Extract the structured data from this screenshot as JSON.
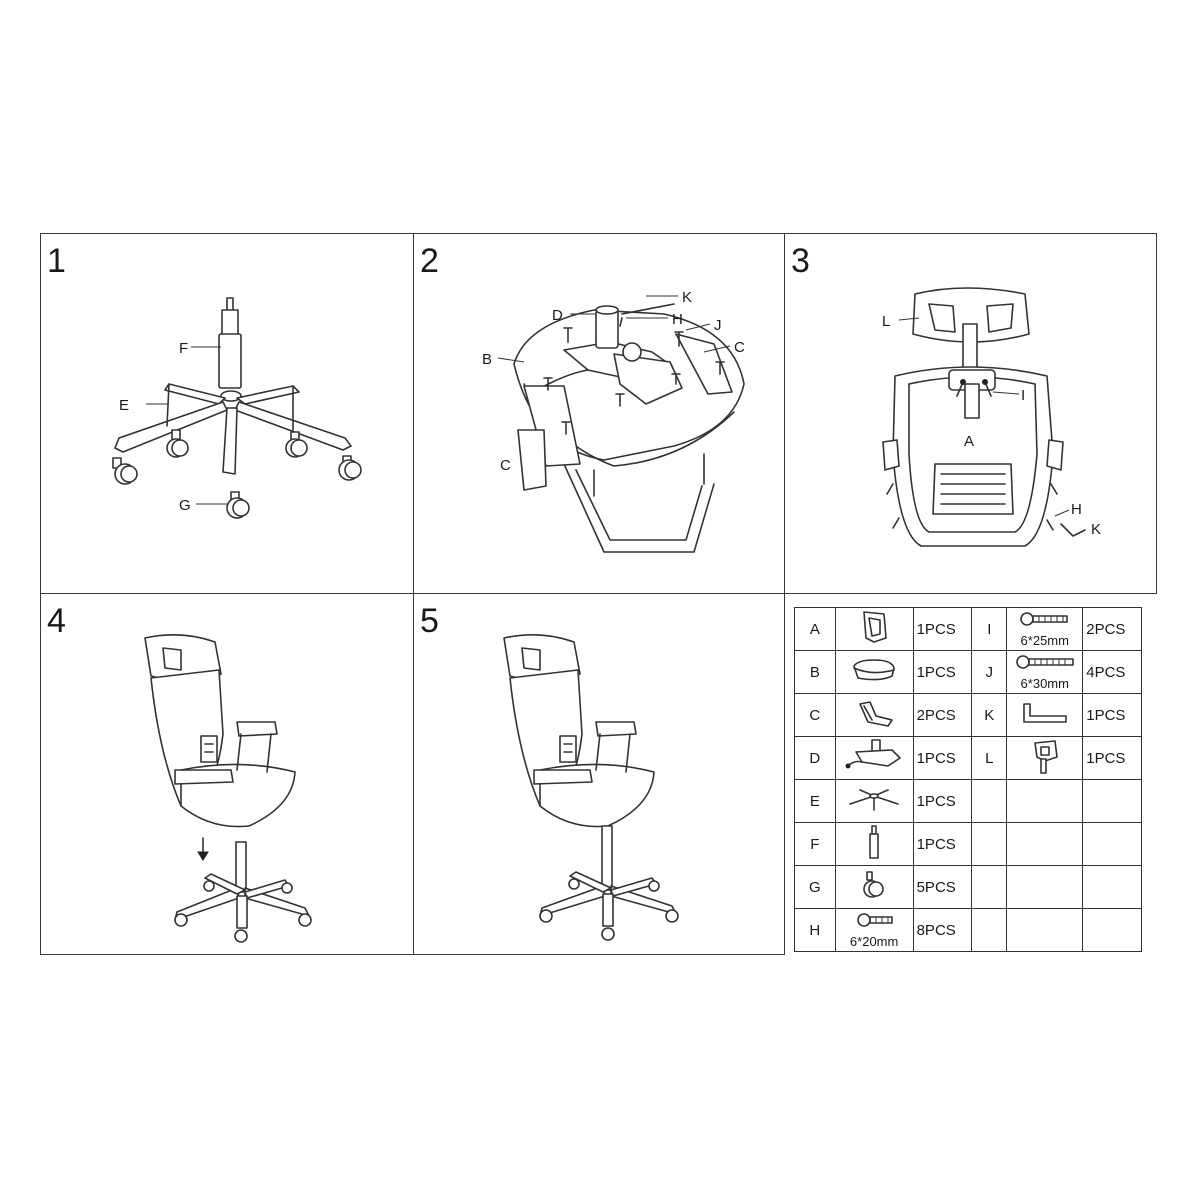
{
  "steps": [
    {
      "number": "1",
      "labels": {
        "F": "F",
        "E": "E",
        "G": "G"
      }
    },
    {
      "number": "2",
      "labels": {
        "D": "D",
        "K": "K",
        "H": "H",
        "J": "J",
        "B": "B",
        "C1": "C",
        "C2": "C"
      }
    },
    {
      "number": "3",
      "labels": {
        "L": "L",
        "I": "I",
        "A": "A",
        "H": "H",
        "K": "K"
      }
    },
    {
      "number": "4"
    },
    {
      "number": "5"
    }
  ],
  "parts_table": {
    "rows": [
      {
        "left": {
          "letter": "A",
          "icon": "backrest-icon",
          "qty": "1PCS"
        },
        "right": {
          "letter": "I",
          "icon": "bolt-icon",
          "dim": "6*25mm",
          "qty": "2PCS"
        }
      },
      {
        "left": {
          "letter": "B",
          "icon": "seat-cushion-icon",
          "qty": "1PCS"
        },
        "right": {
          "letter": "J",
          "icon": "bolt-icon",
          "dim": "6*30mm",
          "qty": "4PCS"
        }
      },
      {
        "left": {
          "letter": "C",
          "icon": "armrest-icon",
          "qty": "2PCS"
        },
        "right": {
          "letter": "K",
          "icon": "allen-key-icon",
          "qty": "1PCS"
        }
      },
      {
        "left": {
          "letter": "D",
          "icon": "seat-mechanism-icon",
          "qty": "1PCS"
        },
        "right": {
          "letter": "L",
          "icon": "headrest-icon",
          "qty": "1PCS"
        }
      },
      {
        "left": {
          "letter": "E",
          "icon": "star-base-icon",
          "qty": "1PCS"
        }
      },
      {
        "left": {
          "letter": "F",
          "icon": "gas-cylinder-icon",
          "qty": "1PCS"
        }
      },
      {
        "left": {
          "letter": "G",
          "icon": "caster-icon",
          "qty": "5PCS"
        }
      },
      {
        "left": {
          "letter": "H",
          "icon": "bolt-icon",
          "dim": "6*20mm",
          "qty": "8PCS"
        }
      }
    ]
  }
}
